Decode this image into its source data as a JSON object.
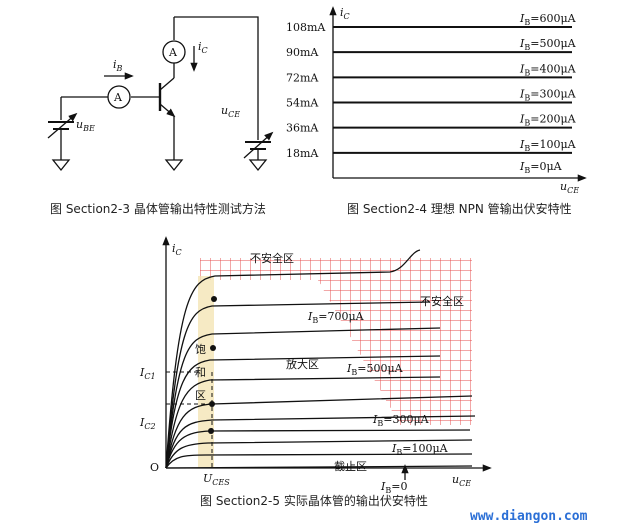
{
  "fig3": {
    "caption": "图 Section2-3  晶体管输出特性测试方法",
    "ib_label": "i",
    "ib_sub": "B",
    "ic_label": "i",
    "ic_sub": "C",
    "ammeter": "A",
    "ube_label": "u",
    "ube_sub": "BE",
    "uce_label": "u",
    "uce_sub": "CE"
  },
  "fig4": {
    "caption": "图 Section2-4  理想 NPN 管输出伏安特性",
    "y_axis": "i",
    "y_axis_sub": "C",
    "x_axis": "u",
    "x_axis_sub": "CE",
    "ticks": [
      "108mA",
      "90mA",
      "72mA",
      "54mA",
      "36mA",
      "18mA"
    ],
    "curves": [
      {
        "ib": "600μA",
        "ic": 108
      },
      {
        "ib": "500μA",
        "ic": 90
      },
      {
        "ib": "400μA",
        "ic": 72
      },
      {
        "ib": "300μA",
        "ic": 54
      },
      {
        "ib": "200μA",
        "ic": 36
      },
      {
        "ib": "100μA",
        "ic": 18
      },
      {
        "ib": "0μA",
        "ic": 0
      }
    ]
  },
  "fig5": {
    "caption": "图 Section2-5  实际晶体管的输出伏安特性",
    "y_axis": "i",
    "y_axis_sub": "C",
    "x_axis": "u",
    "x_axis_sub": "CE",
    "origin": "O",
    "ic1": "I",
    "ic1_sub": "C1",
    "ic2": "I",
    "ic2_sub": "C2",
    "uces": "U",
    "uces_sub": "CES",
    "unsafe_top": "不安全区",
    "unsafe_right": "不安全区",
    "saturation": [
      "饱",
      "和",
      "区"
    ],
    "active": "放大区",
    "cutoff": "截止区",
    "ib_labels": [
      "700μA",
      "500μA",
      "300μA",
      "100μA",
      "0"
    ],
    "ib_prefix": "I",
    "ib_prefix_sub": "B"
  },
  "watermark": "www.diangon.com",
  "colors": {
    "grid": "#e03030",
    "saturation": "#f3e3b0",
    "watermark": "#2b6fd6"
  }
}
